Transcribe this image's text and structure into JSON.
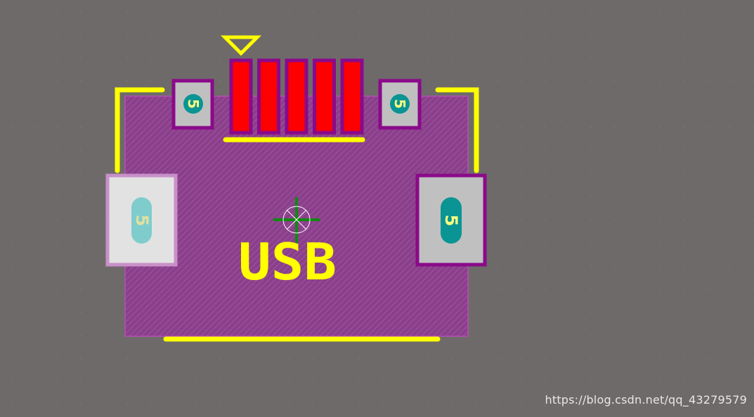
{
  "footprint": {
    "designator": "USB",
    "pad_label": "5",
    "signal_pad_count": 5
  },
  "watermark": "https://blog.csdn.net/qq_43279579",
  "colors": {
    "background": "#6e6a69",
    "grid_dot": "#7a7675",
    "body_fill": "#8a3f8a",
    "body_hatch": "#a154a1",
    "body_border": "#b54fb5",
    "silkscreen": "#ffff00",
    "signal_pad": "#ff0000",
    "pad_outline": "#8a0a8a",
    "mount_pad": "#c0c0c0",
    "mount_pad_light": "#e2e2e2",
    "mount_pad_light_border": "#c890c8",
    "drill": "#0a9494",
    "drill_light": "#7fcccc",
    "drill_text": "#ffff80",
    "drill_text_dark": "#e0e0a0",
    "origin_cross": "#0f8a0f",
    "origin_circle": "#ffffff"
  }
}
